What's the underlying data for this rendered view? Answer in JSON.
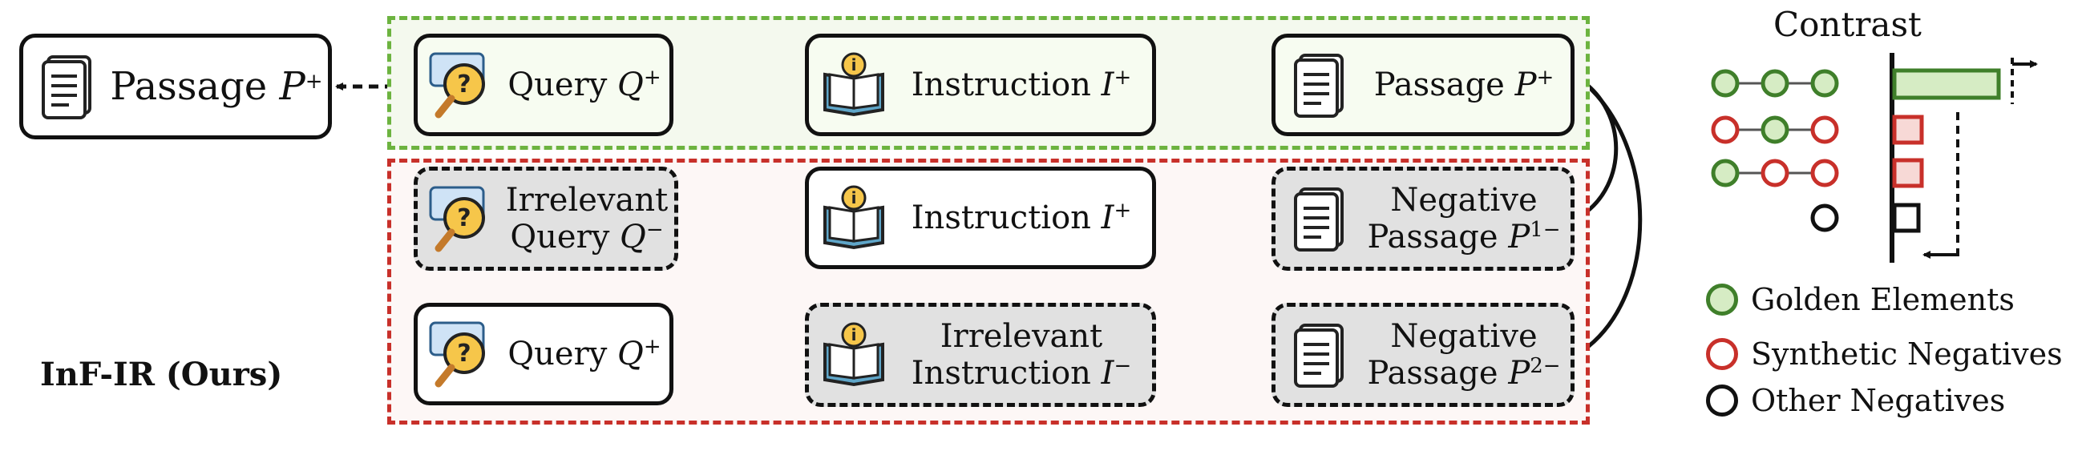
{
  "left_passage": {
    "label": "Passage",
    "symbol": "P",
    "sup": "+"
  },
  "row1": {
    "query": {
      "label": "Query",
      "symbol": "Q",
      "sup": "+"
    },
    "instruction": {
      "label": "Instruction",
      "symbol": "I",
      "sup": "+"
    },
    "passage": {
      "label": "Passage",
      "symbol": "P",
      "sup": "+"
    }
  },
  "row2": {
    "query": {
      "line1": "Irrelevant",
      "label": "Query",
      "symbol": "Q",
      "sup": "−"
    },
    "instruction": {
      "label": "Instruction",
      "symbol": "I",
      "sup": "+"
    },
    "passage": {
      "line1": "Negative",
      "label": "Passage",
      "symbol": "P",
      "sup": "1−"
    }
  },
  "row3": {
    "query": {
      "label": "Query",
      "symbol": "Q",
      "sup": "+"
    },
    "instruction": {
      "line1": "Irrelevant",
      "label": "Instruction",
      "symbol": "I",
      "sup": "−"
    },
    "passage": {
      "line1": "Negative",
      "label": "Passage",
      "symbol": "P",
      "sup": "2−"
    }
  },
  "method_title": "InF-IR (Ours)",
  "contrast": {
    "title": "Contrast",
    "legend": [
      {
        "label": "Golden Elements",
        "color": "#3f7f2a",
        "fill": "#d6ecc4"
      },
      {
        "label": "Synthetic Negatives",
        "color": "#c8302a",
        "fill": "#ffffff"
      },
      {
        "label": "Other Negatives",
        "color": "#111111",
        "fill": "#ffffff"
      }
    ]
  },
  "icons": [
    "document-icon",
    "magnifier-question-icon",
    "info-book-icon"
  ],
  "colors": {
    "green": "#6cb33f",
    "red": "#c8302a",
    "green_fill": "#d6ecc4",
    "red_fill": "#f7d9d6"
  }
}
